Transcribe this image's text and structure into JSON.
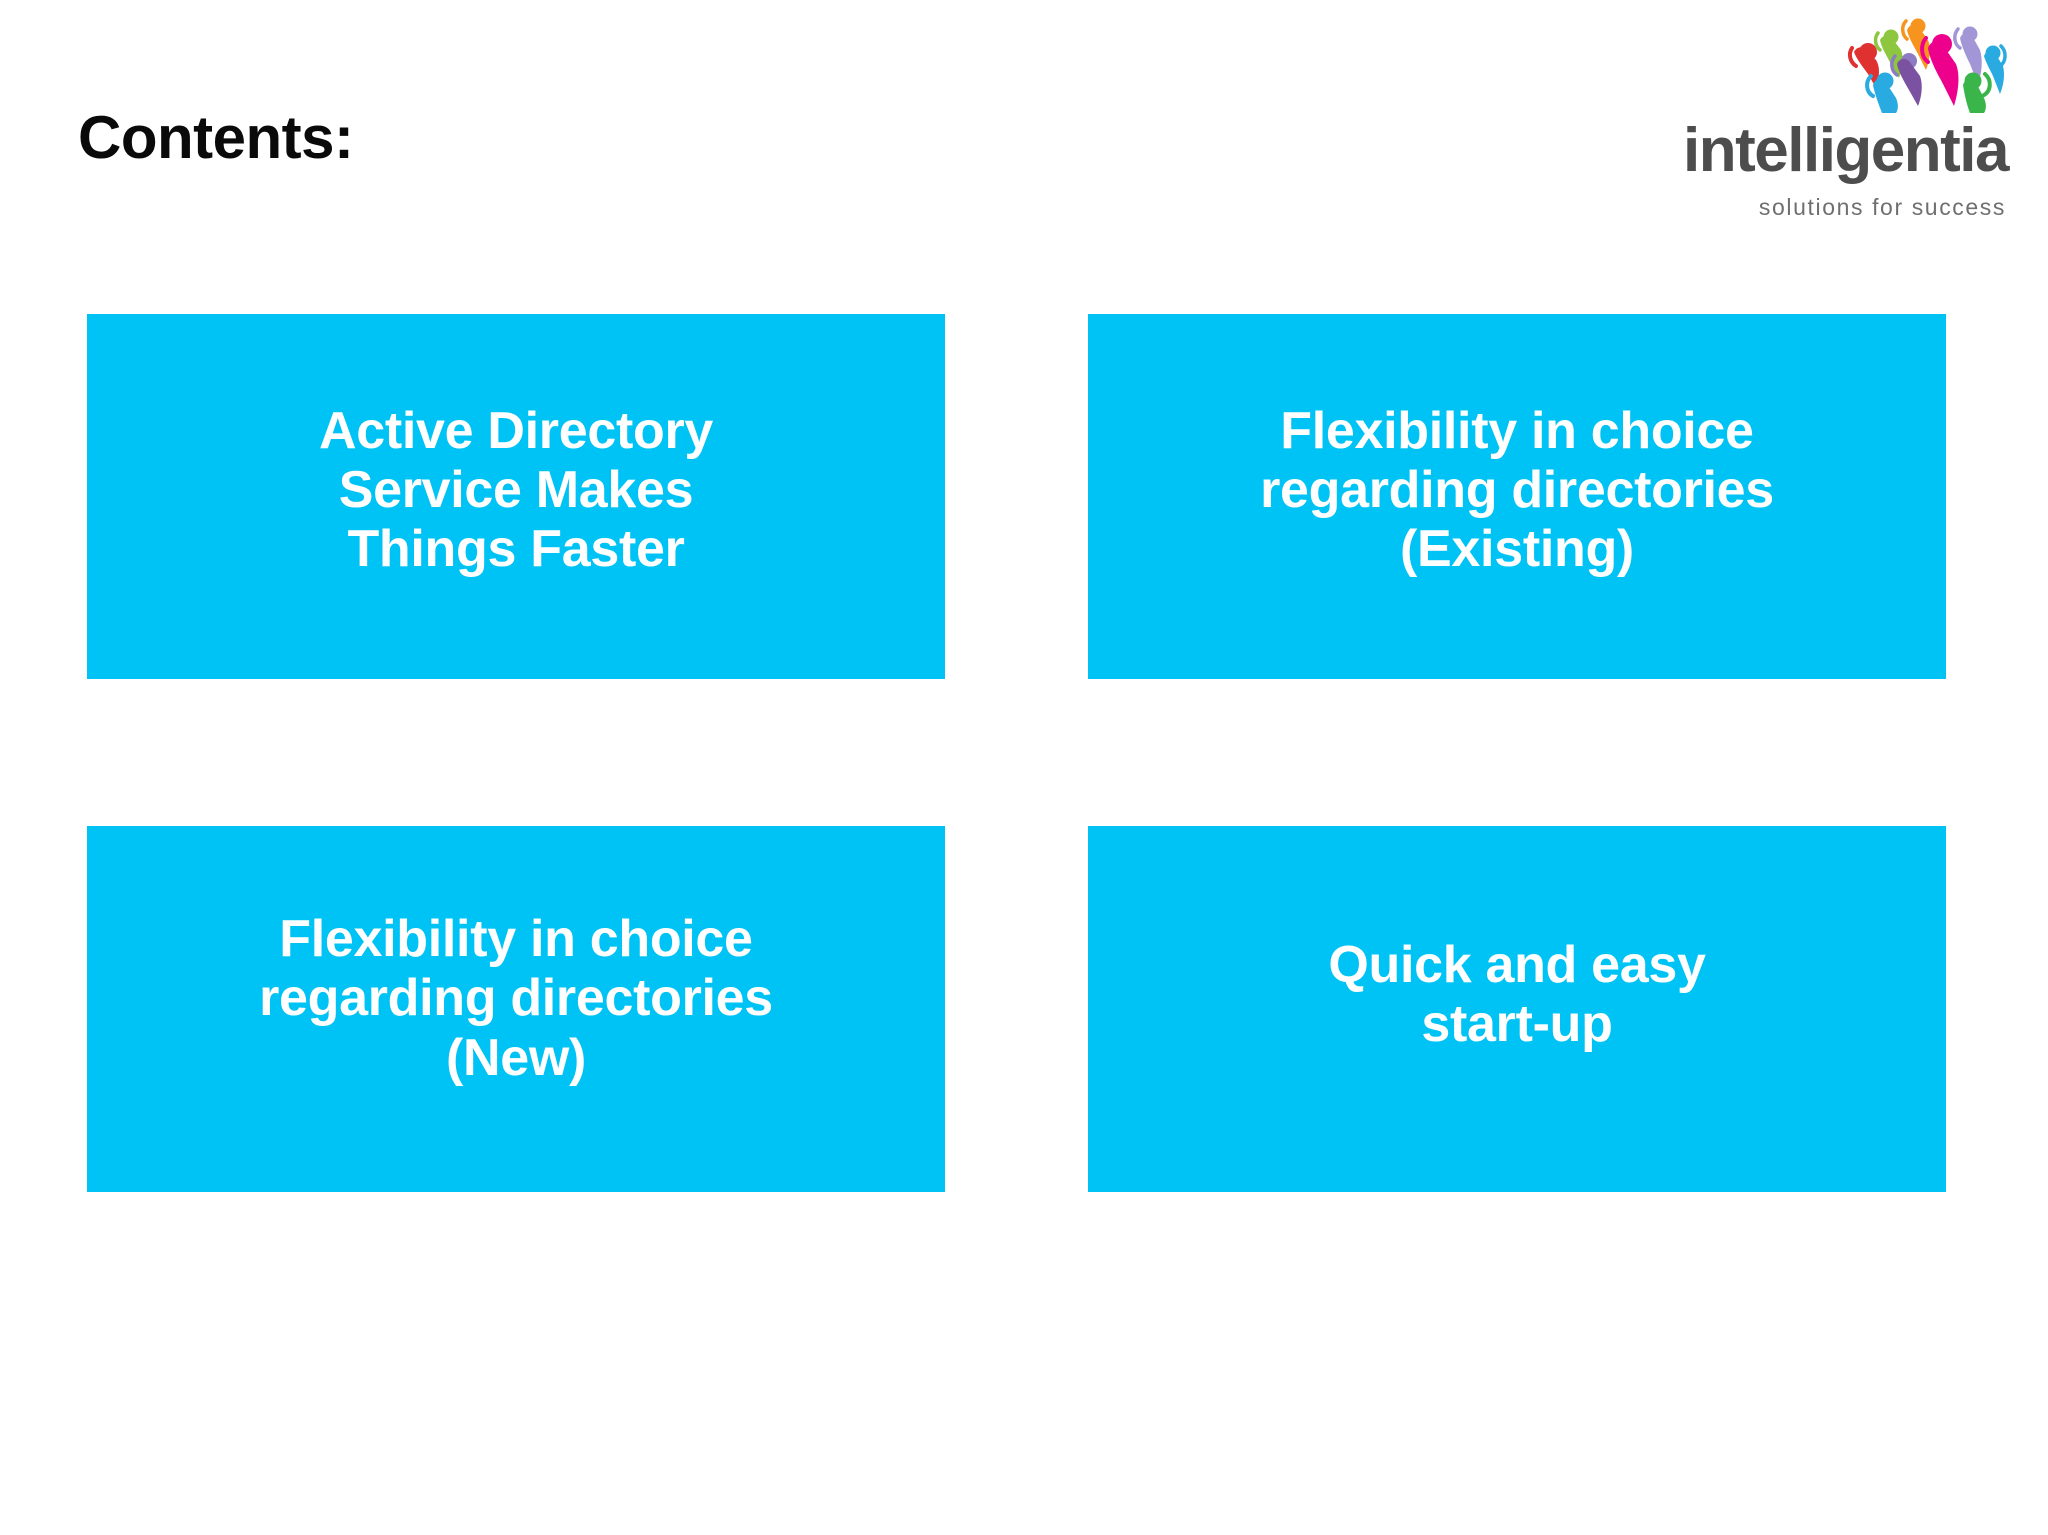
{
  "slide": {
    "title": "Contents:",
    "background_color": "#ffffff"
  },
  "logo": {
    "wordmark": "intelligentia",
    "tagline": "solutions for success",
    "wordmark_color": "#4d4d4d",
    "tagline_color": "#6f6f6f",
    "mark_name": "people-celebrating-icon",
    "mark_colors": [
      "#e03131",
      "#8dc63f",
      "#f7941e",
      "#8e7cc3",
      "#ec008c",
      "#29abe2",
      "#00a99d",
      "#39b54a",
      "#6d3f97"
    ]
  },
  "boxes": [
    {
      "id": "box-1",
      "text": "Active Directory\nService Makes\nThings Faster",
      "color": "#00C3F5",
      "text_color": "#ffffff"
    },
    {
      "id": "box-2",
      "text": "Flexibility in choice\nregarding directories\n(Existing)",
      "color": "#00C3F5",
      "text_color": "#ffffff"
    },
    {
      "id": "box-3",
      "text": "Flexibility in choice\nregarding directories\n(New)",
      "color": "#00C3F5",
      "text_color": "#ffffff"
    },
    {
      "id": "box-4",
      "text": "Quick and easy\nstart-up",
      "color": "#00C3F5",
      "text_color": "#ffffff"
    }
  ]
}
